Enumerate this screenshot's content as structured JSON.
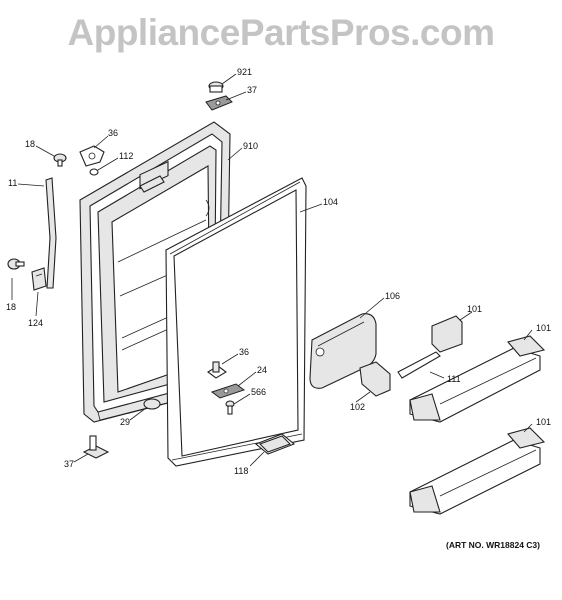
{
  "watermark": "AppliancePartsPros.com",
  "art_number": "(ART NO. WR18824 C3)",
  "callouts": {
    "c921": "921",
    "c37_top": "37",
    "c36_top": "36",
    "c18_top": "18",
    "c112": "112",
    "c910": "910",
    "c11": "11",
    "c104": "104",
    "c18_bottom": "18",
    "c124": "124",
    "c106": "106",
    "c101_a": "101",
    "c101_b": "101",
    "c101_c": "101",
    "c36_mid": "36",
    "c24": "24",
    "c566": "566",
    "c29": "29",
    "c102": "102",
    "c111": "111",
    "c37_bottom": "37",
    "c118": "118"
  }
}
